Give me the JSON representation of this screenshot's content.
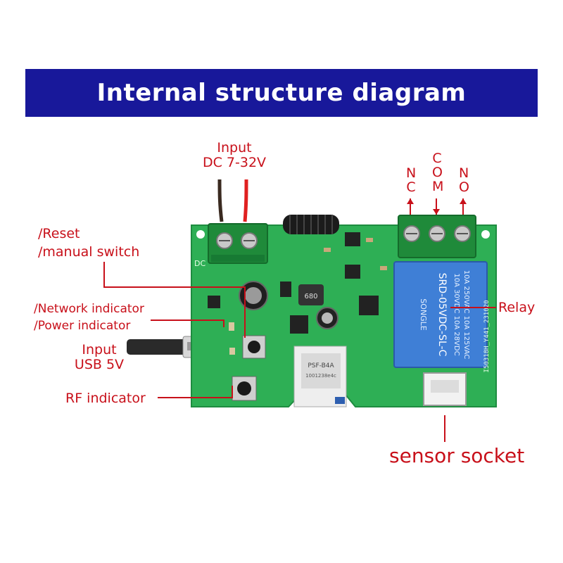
{
  "title": "Internal structure diagram",
  "labels": {
    "input_dc_line1": "Input",
    "input_dc_line2": "DC 7-32V",
    "nc": "N C",
    "com": "C O M",
    "no": "N O",
    "reset": "/Reset",
    "manual_switch": "/manual switch",
    "network_indicator": "/Network indicator",
    "power_indicator": "/Power indicator",
    "input_usb_line1": "Input",
    "input_usb_line2": "USB 5V",
    "rf_indicator": "RF indicator",
    "relay": "Relay",
    "sensor_socket": "sensor socket"
  },
  "board_text": {
    "dc_silk": "DC",
    "relay_brand": "SONGLE",
    "relay_spec1": "10A 250VAC  10A 125VAC",
    "relay_spec2": "10A 30VDC  10A 28VDC",
    "relay_model": "SRD-05VDC-SL-C",
    "module_text": "PSF-B4A",
    "module_text2": "1001238e4c",
    "pcb_id": "I50318H_Y441_231020",
    "inductor_code": "680"
  },
  "colors": {
    "banner": "#18189a",
    "label_red": "#c8101a",
    "pcb_green": "#2eaf55",
    "terminal_green": "#1f8a3a",
    "relay_blue": "#3f7fd6"
  }
}
